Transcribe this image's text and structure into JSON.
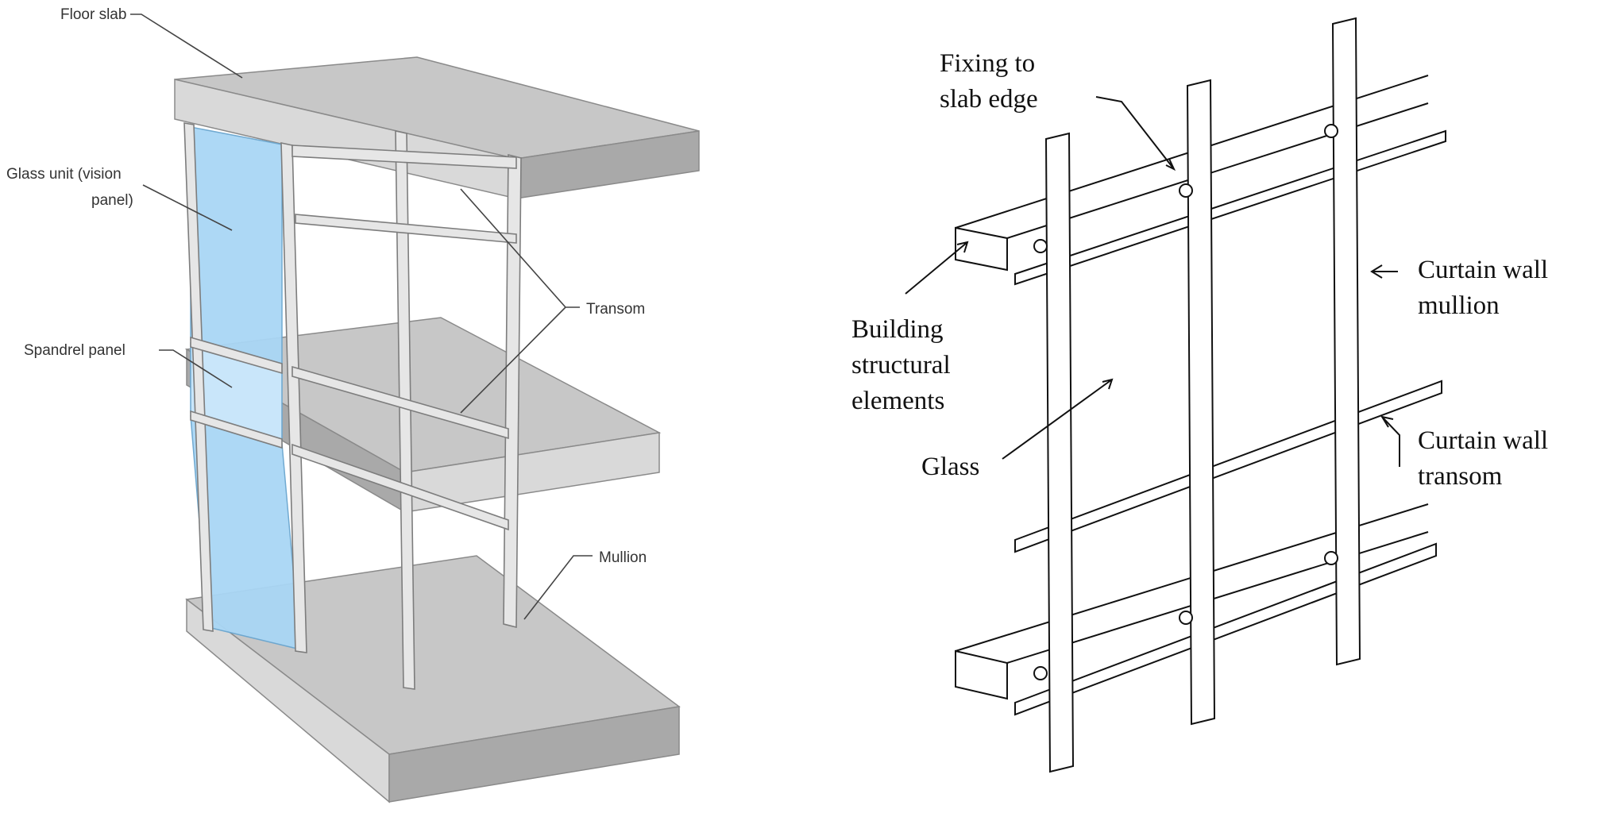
{
  "left_diagram": {
    "labels": {
      "floor_slab": "Floor slab",
      "glass_unit_line1": "Glass unit (vision",
      "glass_unit_line2": "panel)",
      "spandrel_panel": "Spandrel panel",
      "transom": "Transom",
      "mullion": "Mullion"
    },
    "colors": {
      "glass": "#a9d6f5",
      "slab": "#c7c7c7",
      "frame": "#e6e6e6"
    }
  },
  "right_diagram": {
    "labels": {
      "fixing_line1": "Fixing to",
      "fixing_line2": "slab edge",
      "building_line1": "Building",
      "building_line2": "structural",
      "building_line3": "elements",
      "glass": "Glass",
      "cw_mullion_line1": "Curtain wall",
      "cw_mullion_line2": "mullion",
      "cw_transom_line1": "Curtain wall",
      "cw_transom_line2": "transom"
    }
  }
}
